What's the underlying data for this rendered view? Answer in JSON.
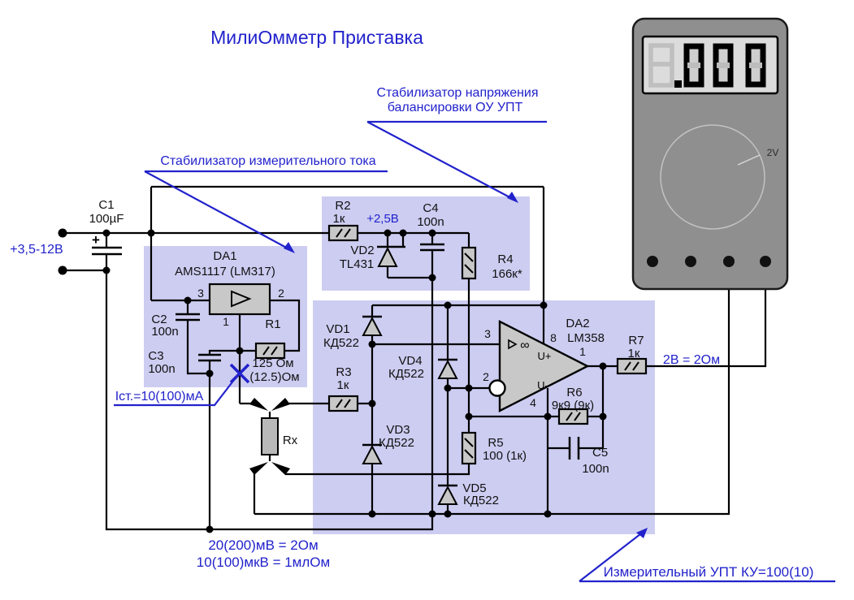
{
  "title": "МилиОмметр Приставка",
  "colors": {
    "annotation_blue": "#2222cc",
    "block_box": "#cdcdf2",
    "component_gray": "#c8c8c8",
    "meter_body": "#8f8f8f"
  },
  "callouts": {
    "current_stabilizer": "Стабилизатор измерительного тока",
    "voltage_stabilizer_line1": "Стабилизатор напряжения",
    "voltage_stabilizer_line2": "балансировки ОУ УПТ",
    "measuring_amplifier": "Измерительный УПТ КУ=100(10)",
    "stab_current_note": "Iст.=10(100)мА",
    "output_note": "2В = 2Ом",
    "scale_note_line1": "20(200)мВ = 2Ом",
    "scale_note_line2": "10(100)мкВ = 1млОм",
    "input_voltage": "+3,5-12В",
    "ref_voltage": "+2,5В"
  },
  "components": {
    "c1": {
      "name": "C1",
      "value": "100µF",
      "polarity": "+"
    },
    "c2": {
      "name": "C2",
      "value": "100n"
    },
    "c3": {
      "name": "C3",
      "value": "100n"
    },
    "c4": {
      "name": "C4",
      "value": "100n"
    },
    "c5": {
      "name": "C5",
      "value": "100n"
    },
    "r1": {
      "name": "R1",
      "value_line1": "125 Ом",
      "value_line2": "(12.5)Ом"
    },
    "r2": {
      "name": "R2",
      "value": "1к"
    },
    "r3": {
      "name": "R3",
      "value": "1к"
    },
    "r4": {
      "name": "R4",
      "value": "166к*"
    },
    "r5": {
      "name": "R5",
      "value": "100 (1к)"
    },
    "r6": {
      "name": "R6",
      "value": "9к9 (9к)"
    },
    "r7": {
      "name": "R7",
      "value": "1к"
    },
    "rx": {
      "name": "Rx"
    },
    "vd1": {
      "name": "VD1",
      "value": "КД522"
    },
    "vd2": {
      "name": "VD2",
      "value": "TL431"
    },
    "vd3": {
      "name": "VD3",
      "value": "КД522"
    },
    "vd4": {
      "name": "VD4",
      "value": "КД522"
    },
    "vd5": {
      "name": "VD5",
      "value": "КД522"
    },
    "da1": {
      "name": "DA1",
      "value": "AMS1117 (LM317)",
      "pin1": "1",
      "pin2": "2",
      "pin3": "3"
    },
    "da2": {
      "name": "DA2",
      "value": "LM358",
      "pin1": "1",
      "pin2": "2",
      "pin3": "3",
      "pin4": "4",
      "pin8": "8",
      "u_plus": "U+",
      "u_minus": "U-",
      "infinity": "∞"
    }
  },
  "multimeter": {
    "display_reading": ".000",
    "ghost_digit": "8",
    "range_label": "2V"
  }
}
